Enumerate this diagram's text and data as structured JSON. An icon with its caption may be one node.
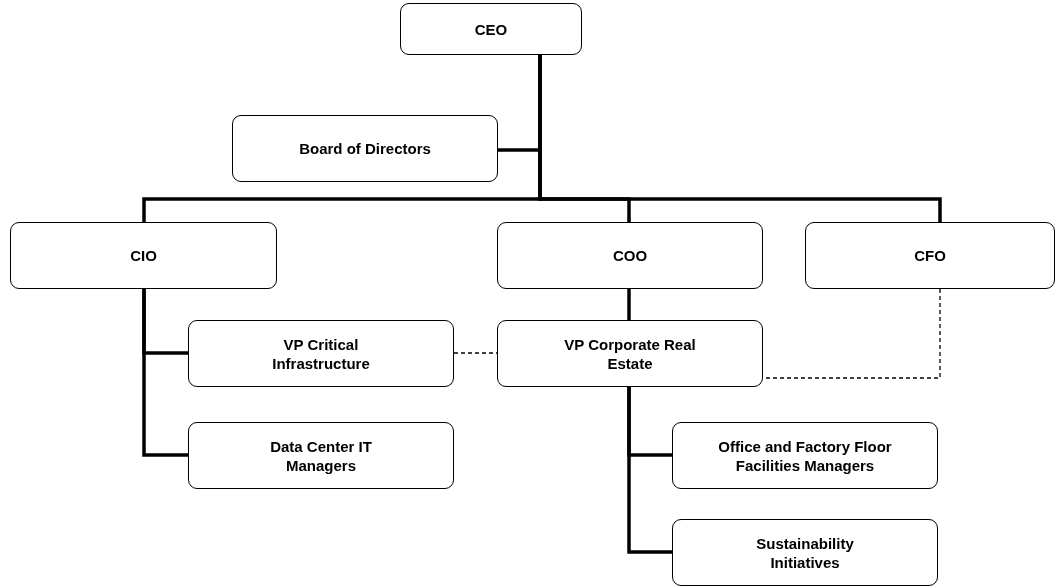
{
  "diagram": {
    "nodes": [
      {
        "text": [
          "CEO"
        ]
      },
      {
        "text": [
          "Board of Directors"
        ]
      },
      {
        "text": [
          "CIO"
        ]
      },
      {
        "text": [
          "COO"
        ]
      },
      {
        "text": [
          "CFO"
        ]
      },
      {
        "text": [
          "VP Critical Infrastructure"
        ]
      },
      {
        "text": [
          "VP Corporate Real Estate"
        ]
      },
      {
        "text": [
          "Data Center IT Managers"
        ]
      },
      {
        "text": [
          "Office and Factory Floor Facilities Managers"
        ]
      },
      {
        "text": [
          "Sustainability Initiatives"
        ]
      }
    ],
    "edges": [
      {
        "from": 0,
        "to": 1,
        "arrow": "none"
      },
      {
        "from": 0,
        "to": 2,
        "arrow": "none"
      },
      {
        "from": 0,
        "to": 3,
        "arrow": "none"
      },
      {
        "from": 0,
        "to": 4,
        "arrow": "none"
      },
      {
        "from": 2,
        "to": 5,
        "arrow": "none"
      },
      {
        "from": 2,
        "to": 7,
        "arrow": "none"
      },
      {
        "from": 3,
        "to": 6,
        "arrow": "none"
      },
      {
        "from": 6,
        "to": 8,
        "arrow": "none"
      },
      {
        "from": 6,
        "to": 9,
        "arrow": "none"
      },
      {
        "from": 5,
        "to": 6,
        "arrow": "none",
        "style": "dashed"
      },
      {
        "from": 4,
        "to": 6,
        "arrow": "none",
        "style": "dashed"
      }
    ]
  }
}
